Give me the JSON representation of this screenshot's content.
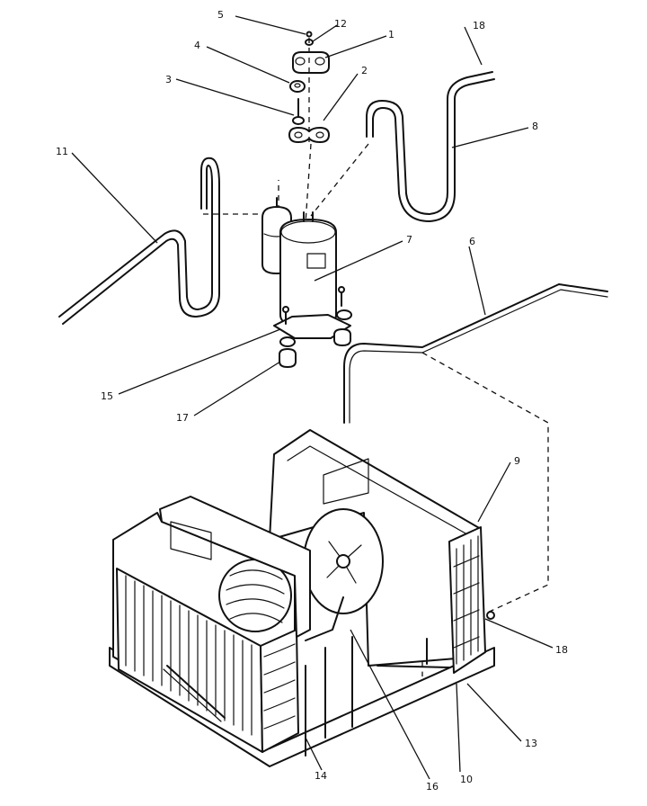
{
  "callouts": [
    {
      "id": "c5",
      "text": "5"
    },
    {
      "id": "c12",
      "text": "12"
    },
    {
      "id": "c1",
      "text": "1"
    },
    {
      "id": "c4",
      "text": "4"
    },
    {
      "id": "c2",
      "text": "2"
    },
    {
      "id": "c3",
      "text": "3"
    },
    {
      "id": "c18a",
      "text": "18"
    },
    {
      "id": "c8",
      "text": "8"
    },
    {
      "id": "c11",
      "text": "11"
    },
    {
      "id": "c7",
      "text": "7"
    },
    {
      "id": "c6",
      "text": "6"
    },
    {
      "id": "c15",
      "text": "15"
    },
    {
      "id": "c17",
      "text": "17"
    },
    {
      "id": "c9",
      "text": "9"
    },
    {
      "id": "c18b",
      "text": "18"
    },
    {
      "id": "c13",
      "text": "13"
    },
    {
      "id": "c10",
      "text": "10"
    },
    {
      "id": "c16",
      "text": "16"
    },
    {
      "id": "c14",
      "text": "14"
    }
  ]
}
